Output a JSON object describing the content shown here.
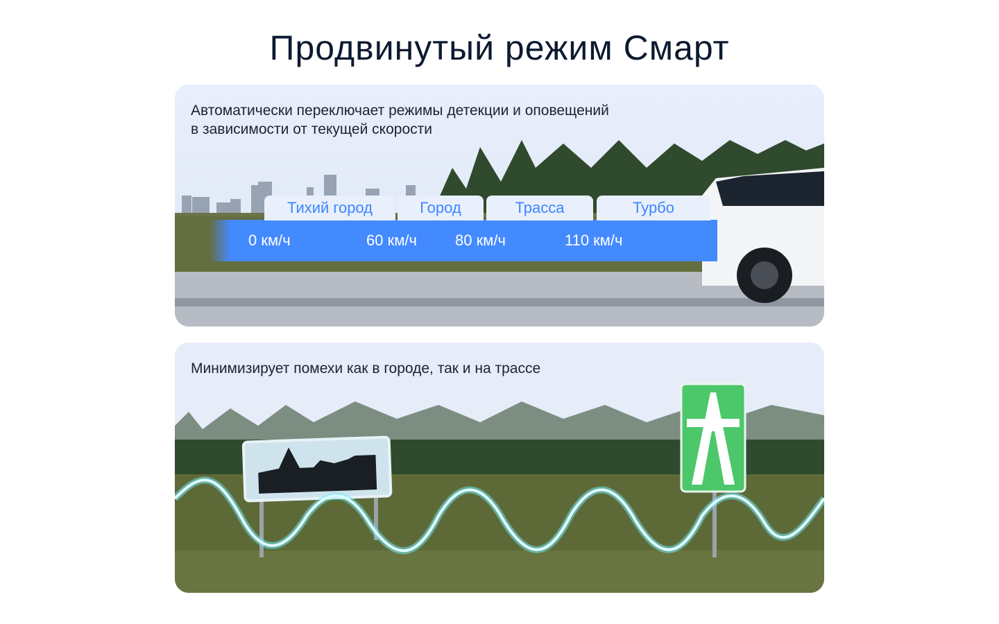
{
  "title": "Продвинутый режим Смарт",
  "card1": {
    "description_line1": "Автоматически переключает режимы детекции и оповещений",
    "description_line2": "в зависимости от текущей скорости",
    "modes": [
      "Тихий город",
      "Город",
      "Трасса",
      "Турбо"
    ],
    "speeds": [
      "0 км/ч",
      "60 км/ч",
      "80 км/ч",
      "110 км/ч"
    ],
    "accent": "#448aff"
  },
  "card2": {
    "description": "Минимизирует помехи как в городе, так и на трассе"
  }
}
